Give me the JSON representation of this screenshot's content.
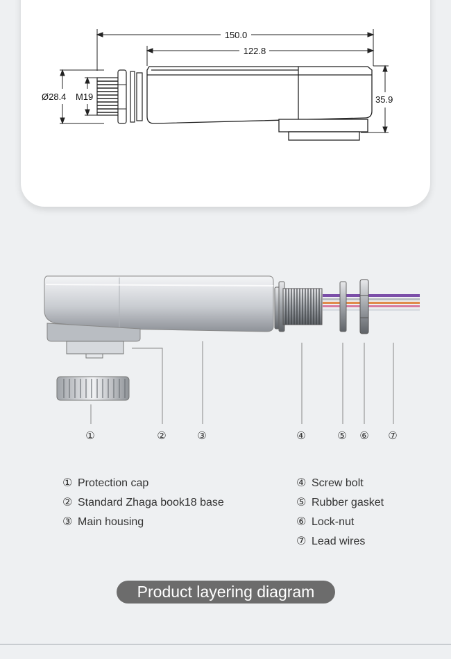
{
  "dimensions": {
    "overall_length": "150.0",
    "housing_length": "122.8",
    "thread_diameter": "Ø28.4",
    "thread_size": "M19",
    "height": "35.9"
  },
  "components": [
    {
      "number": "①",
      "label": "Protection cap"
    },
    {
      "number": "②",
      "label": "Standard Zhaga book18 base"
    },
    {
      "number": "③",
      "label": "Main housing"
    },
    {
      "number": "④",
      "label": "Screw bolt"
    },
    {
      "number": "⑤",
      "label": "Rubber gasket"
    },
    {
      "number": "⑥",
      "label": "Lock-nut"
    },
    {
      "number": "⑦",
      "label": "Lead wires"
    }
  ],
  "title": "Product layering diagram",
  "colors": {
    "wire_purple": "#7b4fa8",
    "wire_orange": "#e08a4a",
    "wire_pink": "#d87aa0",
    "pill": "#6c6c6c"
  }
}
